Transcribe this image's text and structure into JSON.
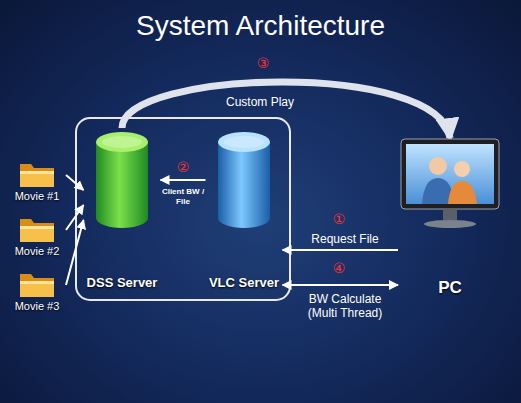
{
  "diagram": {
    "title": "System Architecture",
    "nodes": [
      {
        "text": [
          "Movie #1"
        ]
      },
      {
        "text": [
          "Movie #2"
        ]
      },
      {
        "text": [
          "Movie #3"
        ]
      },
      {
        "text": [
          "DSS Server"
        ]
      },
      {
        "text": [
          "VLC Server"
        ]
      },
      {
        "text": [
          "PC"
        ]
      }
    ],
    "edges": [
      {
        "from": 0,
        "to": 3,
        "arrow": "to"
      },
      {
        "from": 1,
        "to": 3,
        "arrow": "to"
      },
      {
        "from": 2,
        "to": 3,
        "arrow": "to"
      },
      {
        "from": 4,
        "to": 3,
        "label": "Client BW / File",
        "arrow": "to"
      },
      {
        "from": 3,
        "to": 5,
        "label": "Custom Play",
        "arrow": "to"
      },
      {
        "from": 5,
        "to": 4,
        "label": "Request File",
        "arrow": "to"
      },
      {
        "from": 4,
        "to": 5,
        "label": "BW Calculate (Multi Thread)",
        "arrow": "both"
      }
    ],
    "labels": [
      "③",
      "②",
      "①",
      "④"
    ]
  }
}
